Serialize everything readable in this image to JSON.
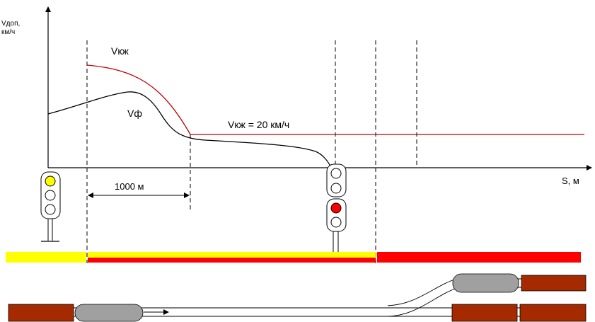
{
  "axes": {
    "y_label_line1": "Vдоп,",
    "y_label_line2": "км/ч",
    "x_label": "S, м"
  },
  "curves": {
    "v_kzh_label": "Vкж",
    "v_f_label": "Vф",
    "v_kzh_limit_label": "Vкж = 20 км/ч",
    "v_kzh_color": "#c00000",
    "v_f_color": "#000000"
  },
  "distance": {
    "label": "1000 м"
  },
  "signals": {
    "left_top_aspect_color": "#ffff00",
    "right_lower_top_aspect_color": "#ff0000",
    "unlit_aspect_color": "#ffffff"
  },
  "track_codes": {
    "yellow": "#ffff00",
    "red": "#ff0000"
  },
  "trains": {
    "wagon_color": "#a52a00",
    "locomotive_color": "#a0a0a0"
  }
}
